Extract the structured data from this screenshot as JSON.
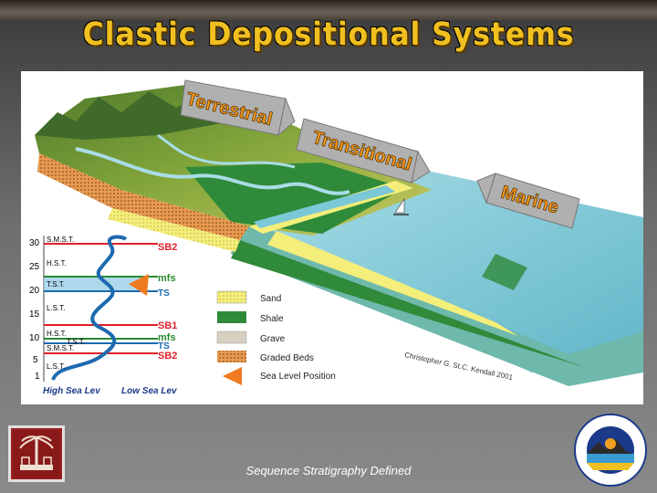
{
  "slide": {
    "title": "Clastic Depositional Systems",
    "footer": "Sequence Stratigraphy Defined"
  },
  "environments": {
    "terrestrial": "Terrestrial",
    "transitional": "Transitional",
    "marine": "Marine"
  },
  "column": {
    "ticks": [
      "30",
      "25",
      "20",
      "15",
      "10",
      "5",
      "1"
    ],
    "tracts": {
      "smst_top": "S.M.S.T.",
      "hst_top": "H.S.T.",
      "tst_top": "T.S.T.",
      "lst": "L.S.T.",
      "hst_mid": "H.S.T.",
      "tst_mid": "T.S.T.",
      "smst_bottom": "S.M.S.T.",
      "lst_bottom": "L.S.T."
    },
    "surfaces": {
      "sb2_top": "SB2",
      "mfs_top": "mfs",
      "ts_top": "TS",
      "sb1": "SB1",
      "mfs_mid": "mfs",
      "ts_mid": "TS",
      "sb2_bottom": "SB2"
    },
    "axis": {
      "high": "High Sea Lev",
      "low": "Low Sea Lev"
    }
  },
  "legend": [
    {
      "label": "Sand",
      "color": "#f4ee7a"
    },
    {
      "label": "Shale",
      "color": "#2f8a3a"
    },
    {
      "label": "Grave",
      "color": "#d8d0c0"
    },
    {
      "label": "Graded Beds",
      "color": "#e89a50"
    },
    {
      "label": "Sea Level Position",
      "color": "#f07a20"
    }
  ],
  "credit": "Christopher G. St.C. Kendall 2001",
  "colors": {
    "title": "#f0c020",
    "surface_red": "#e0202a",
    "mfs_green": "#2a8a30",
    "ts_blue": "#1c6ab0",
    "sea": "#7ac8d8",
    "arrow": "#a0a0a0"
  }
}
